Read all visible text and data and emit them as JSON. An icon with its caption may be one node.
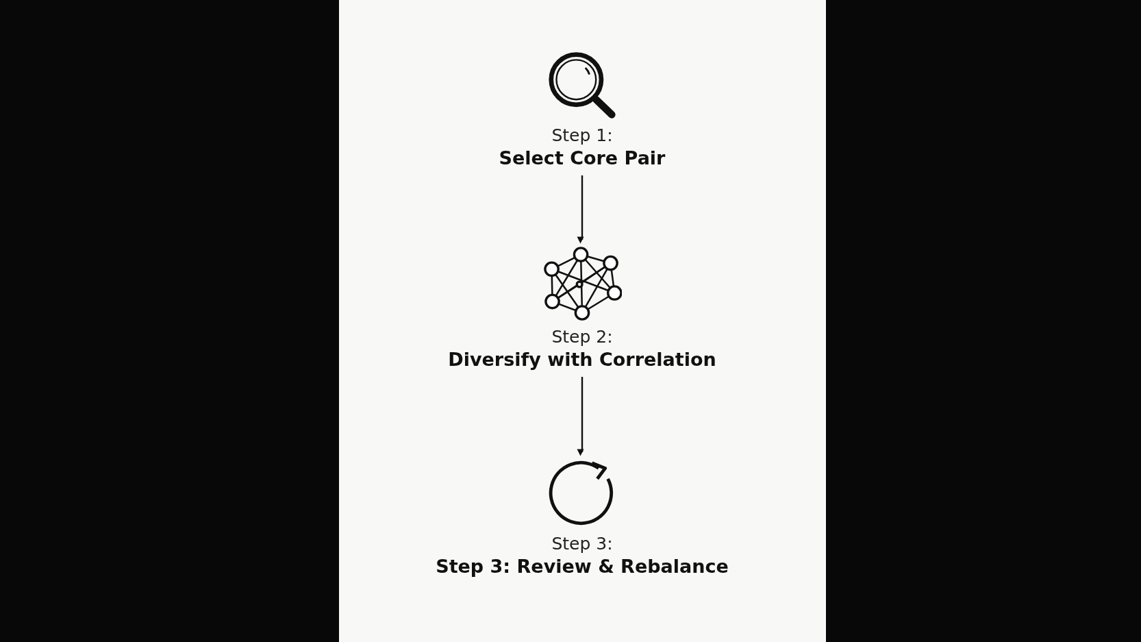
{
  "diagram": {
    "nodes": [
      {
        "text": [
          "Step 1:",
          "Select Core Pair"
        ]
      },
      {
        "text": [
          "Step 2:",
          "Diversify with Correlation"
        ]
      },
      {
        "text": [
          "Step 3:",
          "Step 3: Review & Rebalance"
        ]
      }
    ],
    "edges": [
      {
        "from": 0,
        "to": 1,
        "arrow": "to"
      },
      {
        "from": 1,
        "to": 2,
        "arrow": "to"
      }
    ]
  }
}
